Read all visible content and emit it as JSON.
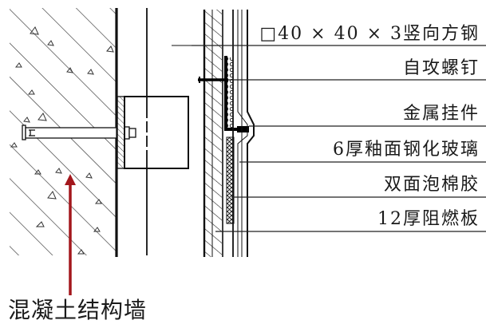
{
  "diagram": {
    "type": "construction-section-detail",
    "labels": {
      "steel_tube": "□40 × 40 × 3竖向方钢",
      "self_tapping_screw": "自攻螺钉",
      "metal_hanger": "金属挂件",
      "glazed_glass": "6厚釉面钢化玻璃",
      "foam_tape": "双面泡棉胶",
      "fire_board": "12厚阻燃板",
      "concrete_wall": "混凝土结构墙"
    },
    "colors": {
      "line": "#1a1a1a",
      "arrow": "#a3171c",
      "background": "#ffffff"
    }
  }
}
